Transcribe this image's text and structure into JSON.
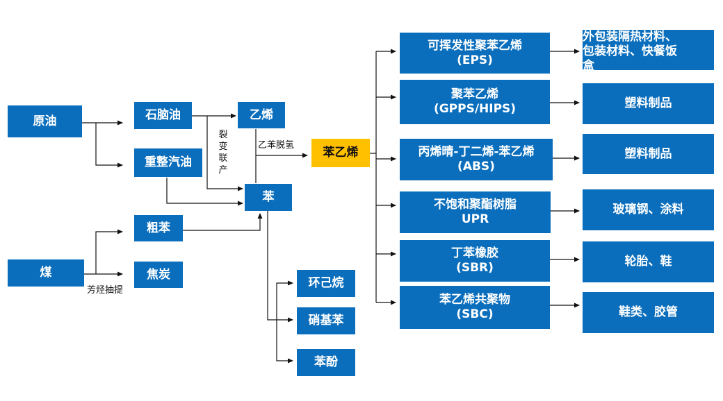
{
  "nodes": {
    "crude_oil": "原油",
    "coal": "煤",
    "naphtha": "石脑油",
    "reformate": "重整汽油",
    "crude_benzene": "粗苯",
    "coke": "焦炭",
    "ethylene": "乙烯",
    "benzene": "苯",
    "styrene": "苯乙烯",
    "cyclohexane": "环己烷",
    "nitrobenzene": "硝基苯",
    "phenol": "苯酚",
    "eps": {
      "line1": "可挥发性聚苯乙烯",
      "line2": "(EPS)"
    },
    "gpps": {
      "line1": "聚苯乙烯",
      "line2": "(GPPS/HIPS)"
    },
    "abs": {
      "line1": "丙烯晴-丁二烯-苯乙烯",
      "line2": "(ABS)"
    },
    "upr": {
      "line1": "不饱和聚酯树脂",
      "line2": "UPR"
    },
    "sbr": {
      "line1": "丁苯橡胶",
      "line2": "(SBR)"
    },
    "sbc": {
      "line1": "苯乙烯共聚物",
      "line2": "(SBC)"
    },
    "app_eps": {
      "line1": "外包装隔热材料、",
      "line2": "包装材料、快餐饭",
      "line3": "盒"
    },
    "app_gpps": "塑料制品",
    "app_abs": "塑料制品",
    "app_upr": "玻璃钢、涂料",
    "app_sbr": "轮胎、鞋",
    "app_sbc": "鞋类、胶管"
  },
  "labels": {
    "aromatics_extraction": "芳烃抽提",
    "ethylbenzene_dehydrogenation": "乙苯脱氢",
    "steam_cracking_coproduct": [
      "裂",
      "变",
      "联",
      "产"
    ]
  },
  "colors": {
    "node_blue": "#0a6ebd",
    "highlight_yellow": "#ffc000",
    "line": "#111111"
  }
}
